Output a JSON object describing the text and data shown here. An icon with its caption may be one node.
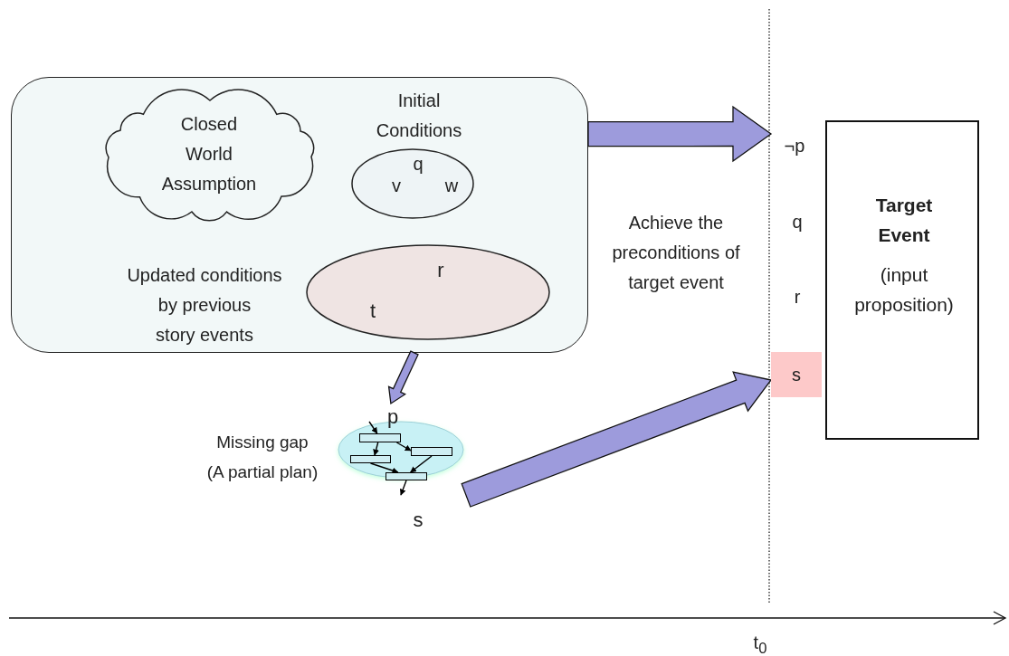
{
  "diagram": {
    "nodes": [
      {
        "text": [],
        "shape": "box"
      },
      {
        "text": [
          "Closed World Assumption"
        ],
        "in": 0
      },
      {
        "text": [
          "Initial Conditions",
          "q",
          "v",
          "w"
        ],
        "in": 0
      },
      {
        "text": [
          "Updated conditions by previous story events",
          "r",
          "t"
        ],
        "in": 0
      },
      {
        "text": [
          "¬p"
        ]
      },
      {
        "text": [
          "s"
        ]
      },
      {
        "text": [
          "Target Event",
          "(input proposition)"
        ]
      },
      {
        "text": [
          "p",
          "Missing gap (A partial plan)",
          "s"
        ]
      },
      {
        "text": [],
        "shape": "box",
        "in": 7
      },
      {
        "text": [],
        "shape": "box",
        "in": 7
      },
      {
        "text": [],
        "shape": "box",
        "in": 7
      },
      {
        "text": [],
        "shape": "box",
        "in": 7
      }
    ],
    "edges": [
      {
        "from": 0,
        "to": 4,
        "arrow": "to",
        "style": "thick",
        "color": "#9d9bdc"
      },
      {
        "from": 0,
        "to": 7,
        "arrow": "to",
        "style": "thick",
        "color": "#9d9bdc"
      },
      {
        "from": 7,
        "to": 5,
        "arrow": "to",
        "style": "thick",
        "color": "#9d9bdc"
      },
      {
        "from": null,
        "to": 8,
        "arrow": "to"
      },
      {
        "from": 8,
        "to": 10,
        "arrow": "to"
      },
      {
        "from": 8,
        "to": 9,
        "arrow": "to"
      },
      {
        "from": 10,
        "to": 11,
        "arrow": "to"
      },
      {
        "from": 9,
        "to": 11,
        "arrow": "to"
      },
      {
        "from": 11,
        "to": null,
        "arrow": "to"
      }
    ],
    "labels": [
      "Achieve the preconditions of target event",
      "q",
      "r",
      "t$_{0}$"
    ]
  }
}
